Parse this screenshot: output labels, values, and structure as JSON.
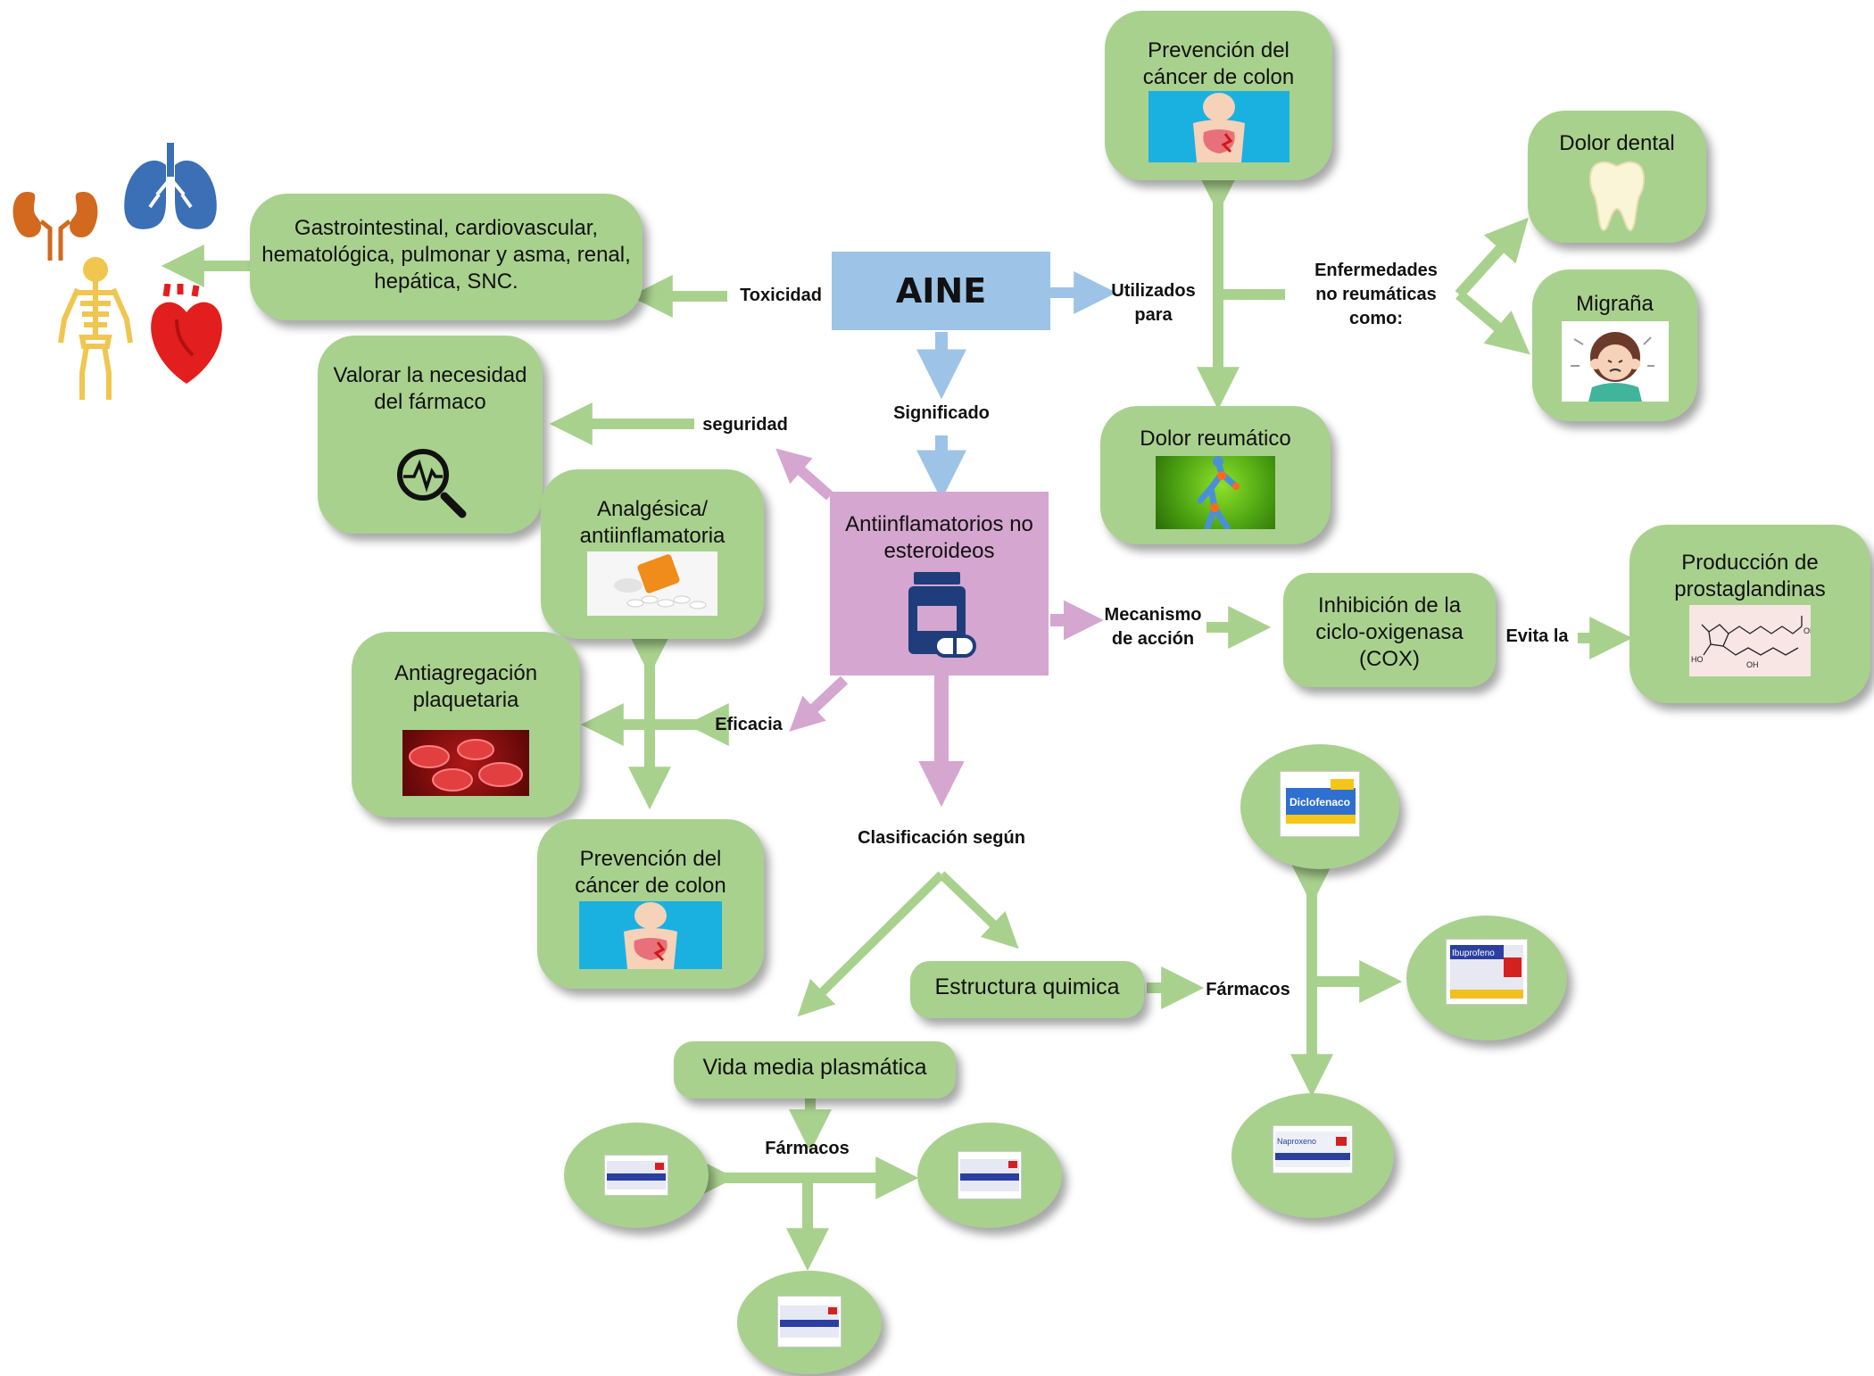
{
  "central": {
    "title": "AINE",
    "meaning": "Antiinflamatorios no esteroideos"
  },
  "links": {
    "toxicity": "Toxicidad",
    "used_for": "Utilizados para",
    "diseases": "Enfermedades no reumáticas como:",
    "meaning": "Significado",
    "safety": "seguridad",
    "efficacy": "Eficacia",
    "mechanism": "Mecanismo de acción",
    "avoids": "Evita la",
    "classification": "Clasificación según",
    "drugs_structure": "Fármacos",
    "drugs_halflife": "Fármacos"
  },
  "nodes": {
    "toxicity": "Gastrointestinal, cardiovascular, hematológica, pulmonar y asma, renal, hepática, SNC.",
    "colon_top": "Prevención del cáncer de colon",
    "dental": "Dolor dental",
    "migraine": "Migraña",
    "rheumatic": "Dolor reumático",
    "need": "Valorar la necesidad del fármaco",
    "analgesic": "Analgésica/ antiinflamatoria",
    "antiplatelet": "Antiagregación plaquetaria",
    "colon_bottom": "Prevención del cáncer de colon",
    "cox": "Inhibición de la ciclo-oxigenasa (COX)",
    "prostaglandins": "Producción de prostaglandinas",
    "structure": "Estructura quimica",
    "half_life": "Vida media plasmática"
  },
  "images": {
    "organs": [
      "kidneys-icon",
      "lungs-icon",
      "skeleton-icon",
      "heart-icon"
    ],
    "need": "magnifier-pulse-icon",
    "colon": "abdomen-illustration",
    "tooth": "tooth-icon",
    "migraine": "headache-illustration",
    "rheumatic": "joint-pain-illustration",
    "analgesic": "pill-bottle-photo",
    "antiplatelet": "red-blood-cells-photo",
    "prostaglandin": "prostaglandin-structure",
    "boxes": [
      "Diclofenaco",
      "Ibuprofeno",
      "Naproxeno"
    ],
    "prostaglandin_labels": [
      "HO",
      "OH",
      "OH"
    ]
  },
  "colors": {
    "node_green": "#a9d18e",
    "aine_blue": "#9dc3e6",
    "central_purple": "#d5a6cf",
    "arrow_green": "#a9d18e",
    "arrow_blue": "#9dc3e6",
    "arrow_purple": "#d5a6cf"
  }
}
